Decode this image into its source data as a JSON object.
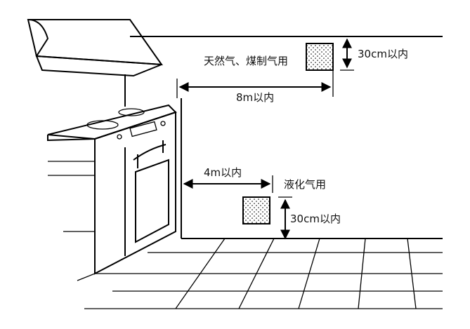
{
  "labels": {
    "natural_gas_use": "天然气、煤制气用",
    "distance_top_horizontal": "8m以内",
    "distance_top_vertical": "30cm以内",
    "distance_bottom_horizontal": "4m以内",
    "lpg_use": "液化气用",
    "distance_bottom_vertical": "30cm以内"
  }
}
